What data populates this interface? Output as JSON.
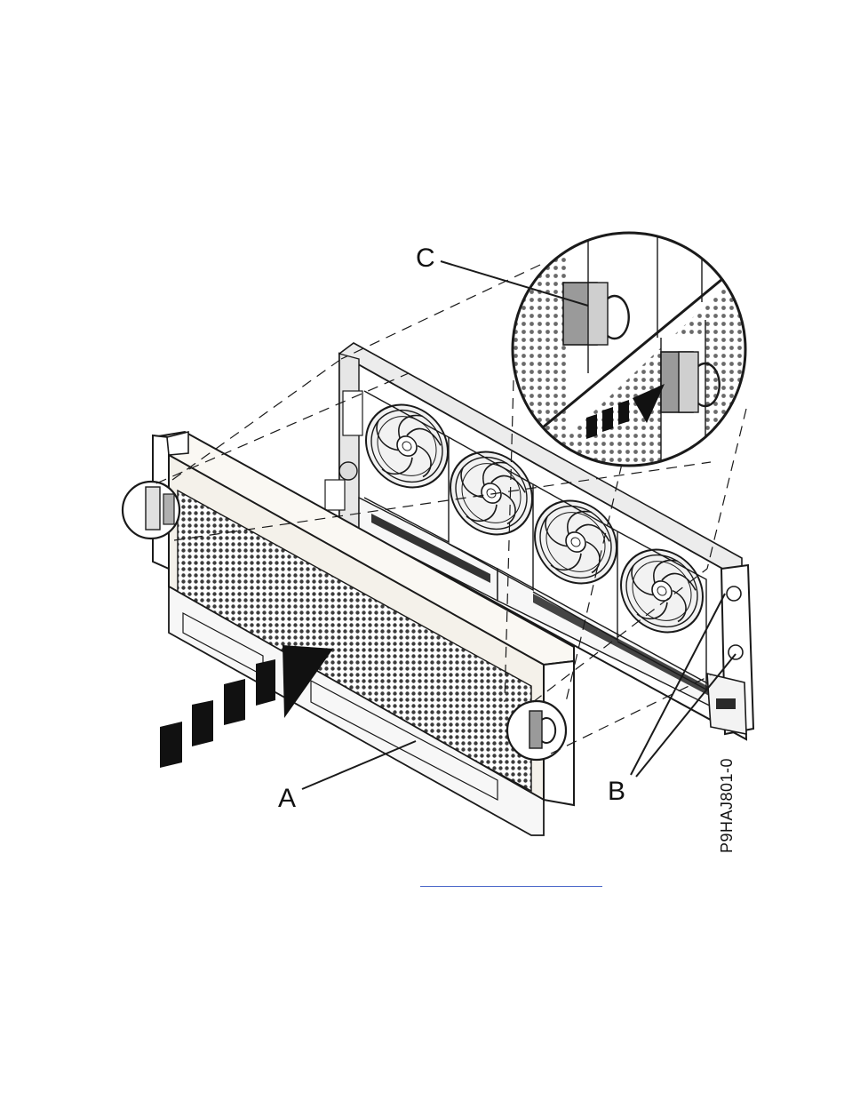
{
  "figure": {
    "callouts": {
      "a": "A",
      "b": "B",
      "c": "C"
    },
    "figure_id": "P9HAJ801-0",
    "colors": {
      "line": "#1a1a1a",
      "bezel_face": "#f4f1ea",
      "mesh": "#4a4a4a",
      "latch_gray": "#9a9a9a",
      "link_rule": "#4a67c8"
    }
  }
}
